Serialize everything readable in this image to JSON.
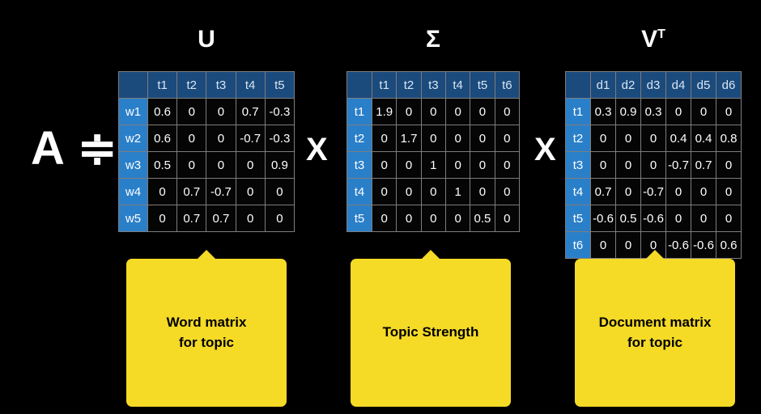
{
  "background_color": "#000000",
  "accent_colors": {
    "header_blue": "#1b4a7d",
    "label_blue": "#2a7fc9",
    "callout_yellow": "#f5da26",
    "text_white": "#ffffff",
    "grid_line": "#7d7d7d"
  },
  "equation": {
    "left_symbol": "A",
    "relation_symbol": "≑",
    "operator_1": "X",
    "operator_2": "X"
  },
  "matrices": [
    {
      "id": "u",
      "title": "U",
      "title_superscript": "",
      "corner_label": "",
      "columns": [
        "t1",
        "t2",
        "t3",
        "t4",
        "t5"
      ],
      "rows": [
        "w1",
        "w2",
        "w3",
        "w4",
        "w5"
      ],
      "values": [
        [
          "0.6",
          "0",
          "0",
          "0.7",
          "-0.3"
        ],
        [
          "0.6",
          "0",
          "0",
          "-0.7",
          "-0.3"
        ],
        [
          "0.5",
          "0",
          "0",
          "0",
          "0.9"
        ],
        [
          "0",
          "0.7",
          "-0.7",
          "0",
          "0"
        ],
        [
          "0",
          "0.7",
          "0.7",
          "0",
          "0"
        ]
      ],
      "callout": "Word matrix\nfor topic"
    },
    {
      "id": "sigma",
      "title": "Σ",
      "title_superscript": "",
      "corner_label": "",
      "columns": [
        "t1",
        "t2",
        "t3",
        "t4",
        "t5",
        "t6"
      ],
      "rows": [
        "t1",
        "t2",
        "t3",
        "t4",
        "t5"
      ],
      "values": [
        [
          "1.9",
          "0",
          "0",
          "0",
          "0",
          "0"
        ],
        [
          "0",
          "1.7",
          "0",
          "0",
          "0",
          "0"
        ],
        [
          "0",
          "0",
          "1",
          "0",
          "0",
          "0"
        ],
        [
          "0",
          "0",
          "0",
          "1",
          "0",
          "0"
        ],
        [
          "0",
          "0",
          "0",
          "0",
          "0.5",
          "0"
        ]
      ],
      "callout": "Topic Strength"
    },
    {
      "id": "vt",
      "title": "V",
      "title_superscript": "T",
      "corner_label": "",
      "columns": [
        "d1",
        "d2",
        "d3",
        "d4",
        "d5",
        "d6"
      ],
      "rows": [
        "t1",
        "t2",
        "t3",
        "t4",
        "t5",
        "t6"
      ],
      "values": [
        [
          "0.3",
          "0.9",
          "0.3",
          "0",
          "0",
          "0"
        ],
        [
          "0",
          "0",
          "0",
          "0.4",
          "0.4",
          "0.8"
        ],
        [
          "0",
          "0",
          "0",
          "-0.7",
          "0.7",
          "0"
        ],
        [
          "0.7",
          "0",
          "-0.7",
          "0",
          "0",
          "0"
        ],
        [
          "-0.6",
          "0.5",
          "-0.6",
          "0",
          "0",
          "0"
        ],
        [
          "0",
          "0",
          "0",
          "-0.6",
          "-0.6",
          "0.6"
        ]
      ],
      "callout": "Document matrix\nfor topic"
    }
  ]
}
